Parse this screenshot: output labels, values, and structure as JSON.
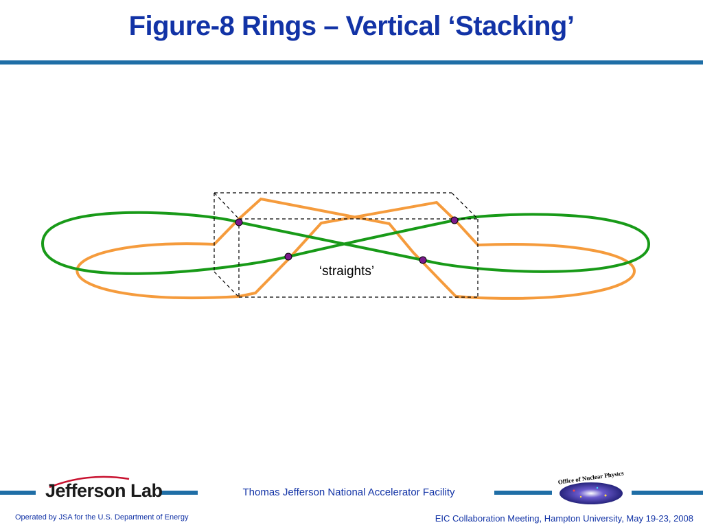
{
  "slide": {
    "title": "Figure-8 Rings – Vertical ‘Stacking’"
  },
  "diagram": {
    "label": "‘straights’",
    "colors": {
      "green_ring": "#189a18",
      "orange_ring": "#f59b3c",
      "crossing_points": "#7a1a8c",
      "box_lines": "#000000"
    }
  },
  "footer": {
    "logo_text": "Jefferson Lab",
    "facility": "Thomas Jefferson National Accelerator Facility",
    "operated_by": "Operated by JSA for the U.S. Department of Energy",
    "event": "EIC Collaboration Meeting, Hampton University, May 19-23, 2008",
    "seal_text": "Office of Nuclear Physics",
    "accent_color": "#1f6ea6",
    "text_color": "#1233a6"
  }
}
